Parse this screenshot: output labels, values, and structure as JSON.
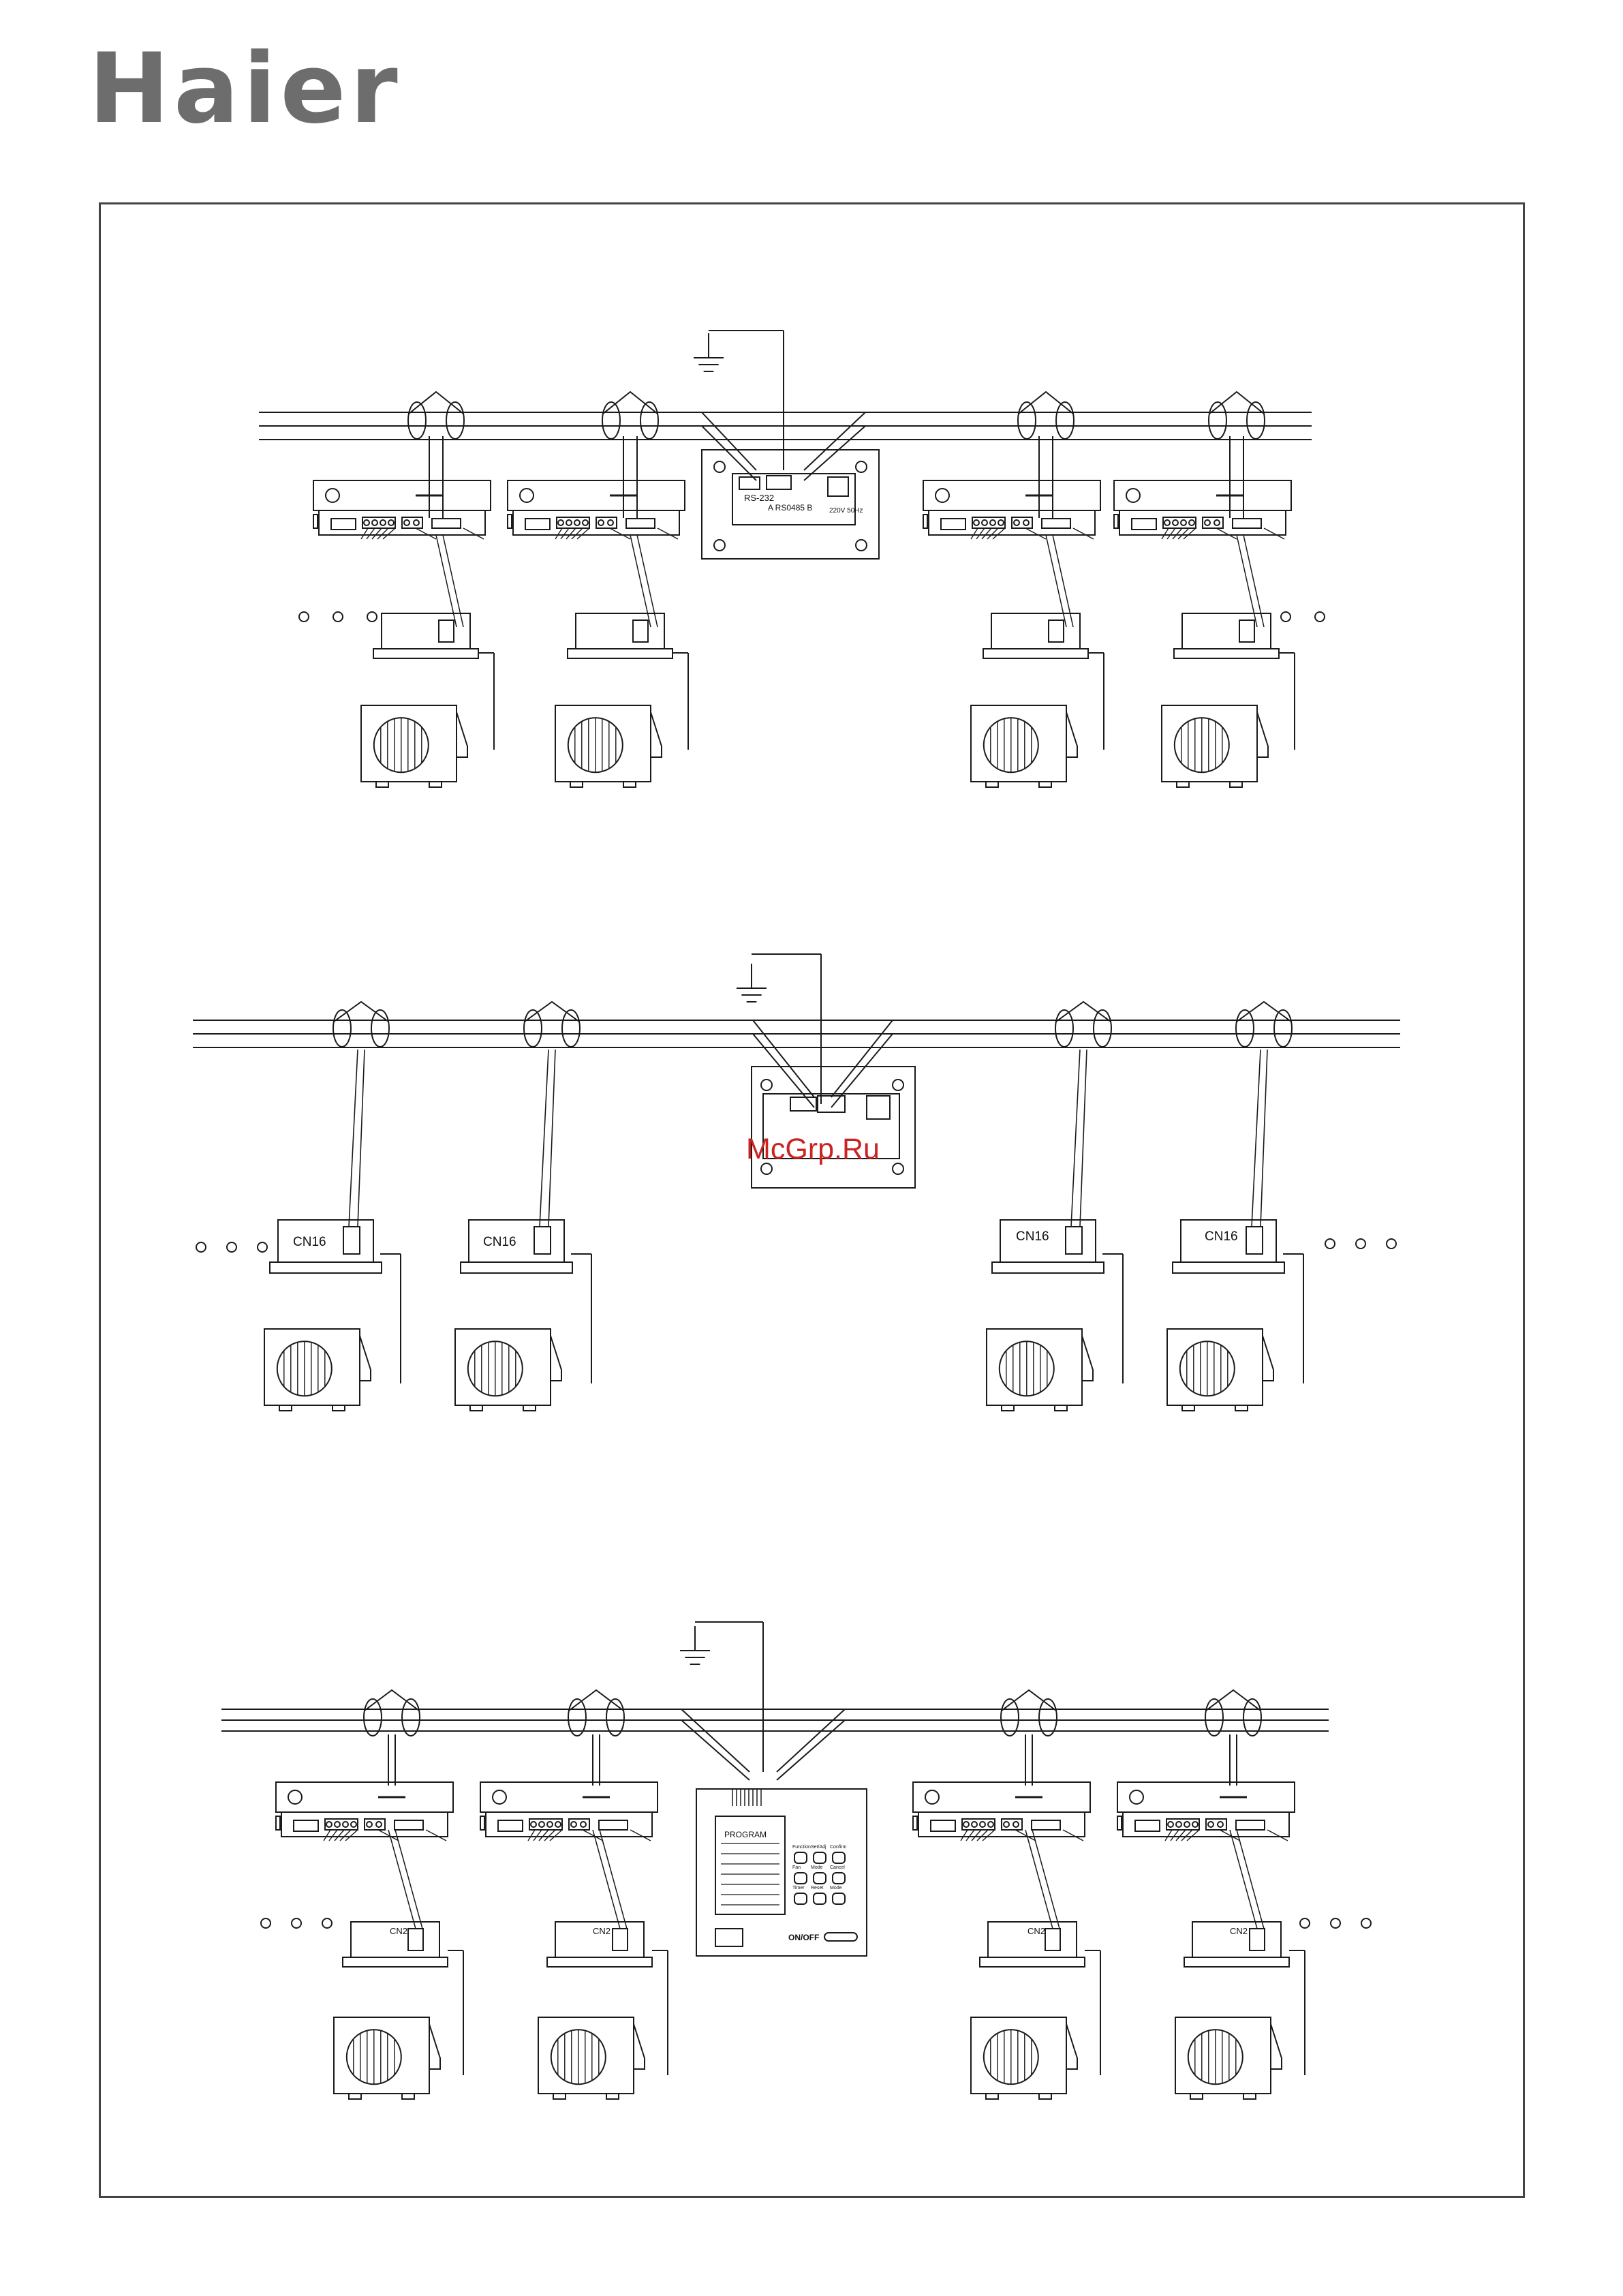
{
  "brand": {
    "logo_text": "Haier",
    "logo_color": "#6d6d6d"
  },
  "watermark": {
    "text": "McGrp.Ru",
    "color": "#cc2222"
  },
  "diagram_1": {
    "gateway": {
      "port_rs232": "RS-232",
      "port_rs485": "A RS0485 B",
      "power": "220V 50Hz"
    }
  },
  "diagram_2": {
    "connector_label": "CN16"
  },
  "diagram_3": {
    "connector_label": "CN2",
    "controller": {
      "program_label": "PROGRAM",
      "on_off_label": "ON/OFF",
      "button_labels": [
        "Function",
        "Set/Adj",
        "Confirm",
        "Fan",
        "Mode",
        "Cancel",
        "Timer",
        "Reset",
        "Mode"
      ]
    }
  },
  "colors": {
    "line": "#1a1a1a",
    "frame": "#444444"
  }
}
